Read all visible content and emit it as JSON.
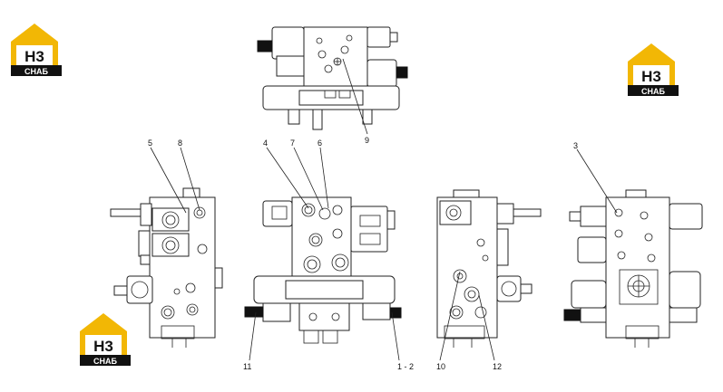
{
  "logos": [
    {
      "top": "H3",
      "bottom": "СНАБ"
    },
    {
      "top": "H3",
      "bottom": "СНАБ"
    },
    {
      "top": "H3",
      "bottom": "СНАБ"
    }
  ],
  "callouts": [
    "5",
    "8",
    "4",
    "7",
    "6",
    "9",
    "3",
    "11",
    "1 - 2",
    "10",
    "12"
  ],
  "colors": {
    "logo_yellow": "#f2b705",
    "logo_black": "#111111",
    "line": "#222222"
  }
}
